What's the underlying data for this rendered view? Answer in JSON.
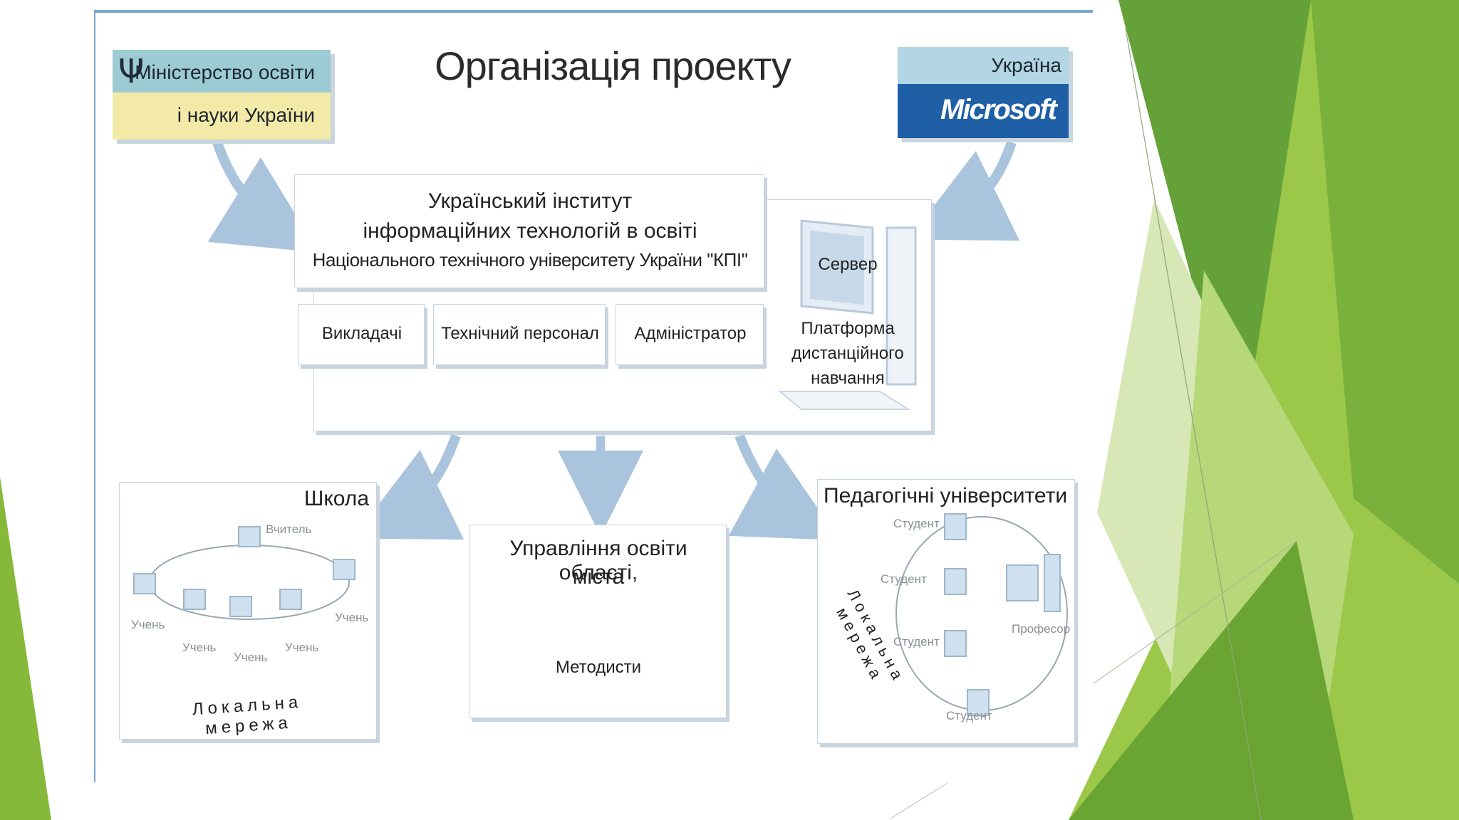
{
  "title": "Організація проекту",
  "ministry": {
    "line1": "Міністерство освіти",
    "line2": "і науки України"
  },
  "microsoft": {
    "country": "Україна",
    "logo": "Microsoft"
  },
  "institute": {
    "line1": "Український інститут",
    "line2": "інформаційних технологій в освіті",
    "line3": "Національного технічного університету України \"КПІ\""
  },
  "staff": [
    "Викладачі",
    "Технічний персонал",
    "Адміністратор"
  ],
  "server": {
    "label": "Сервер",
    "platform_line1": "Платформа",
    "platform_line2": "дистанційного",
    "platform_line3": "навчання"
  },
  "school": {
    "title": "Школа",
    "teacher": "Вчитель",
    "pupils": [
      "Учень",
      "Учень",
      "Учень",
      "Учень",
      "Учень"
    ],
    "network": "Локальна мережа"
  },
  "education_dept": {
    "line1": "Управління освіти області,",
    "line2": "міста",
    "methodists": "Методисти"
  },
  "pedagogical": {
    "title": "Педагогічні університети",
    "students": [
      "Студент",
      "Студент",
      "Студент",
      "Студент"
    ],
    "professor": "Професор",
    "network": "Локальна мережа"
  },
  "colors": {
    "green_light": "#8cbf3f",
    "green_dark": "#4f8b2e",
    "arrow": "#a9c4dc",
    "frame": "#7aa7cf"
  }
}
